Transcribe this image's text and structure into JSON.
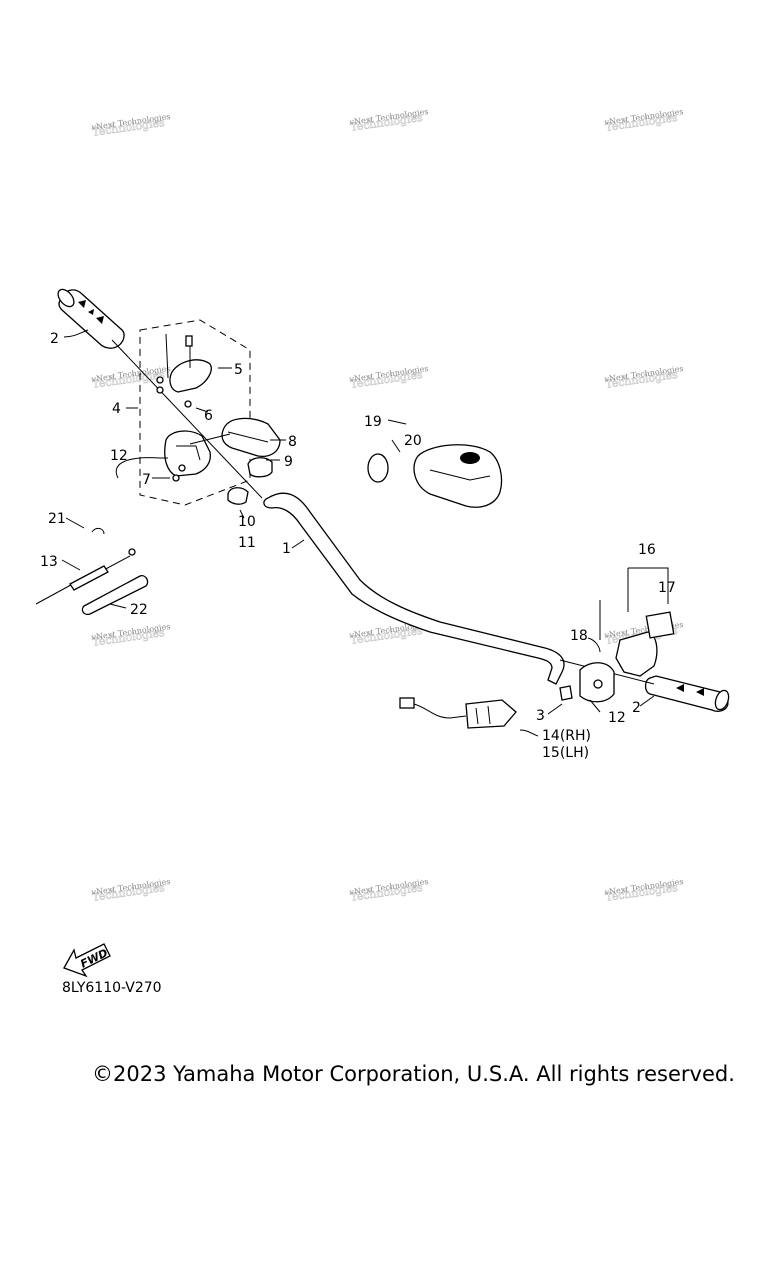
{
  "diagram": {
    "drawing_code": "8LY6110-V270",
    "fwd_label": "FWD",
    "watermark": "vNext Technologies",
    "callouts": [
      "1",
      "2",
      "2",
      "3",
      "4",
      "5",
      "6",
      "7",
      "8",
      "9",
      "10",
      "11",
      "12",
      "12",
      "13",
      "14(RH)",
      "15(LH)",
      "16",
      "17",
      "18",
      "19",
      "20",
      "21",
      "22"
    ]
  },
  "footer": {
    "copyright": "©2023 Yamaha Motor Corporation, U.S.A. All rights reserved."
  }
}
